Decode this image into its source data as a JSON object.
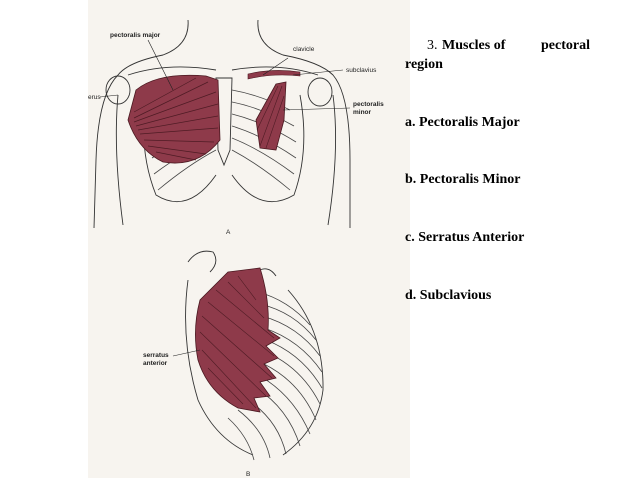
{
  "figure": {
    "labels": {
      "pectoralis_major": "pectoralis major",
      "clavicle": "clavicle",
      "subclavius": "subclavius",
      "humerus_partial": "erus",
      "pectoralis_minor_line1": "pectoralis",
      "pectoralis_minor_line2": "minor",
      "panel_a": "A",
      "serratus_line1": "serratus",
      "serratus_line2": "anterior",
      "panel_b": "B"
    },
    "colors": {
      "muscle": "#8e3a4a",
      "muscle_dark": "#5a1f2a",
      "line": "#333333",
      "paper": "#f6f3ee"
    }
  },
  "panel": {
    "title_number": "3.",
    "title_line1_a": "Muscles of",
    "title_line1_b": "pectoral",
    "title_line2": "region",
    "items": [
      "a. Pectoralis Major",
      "b. Pectoralis Minor",
      "c. Serratus Anterior",
      "d. Subclavious"
    ]
  }
}
